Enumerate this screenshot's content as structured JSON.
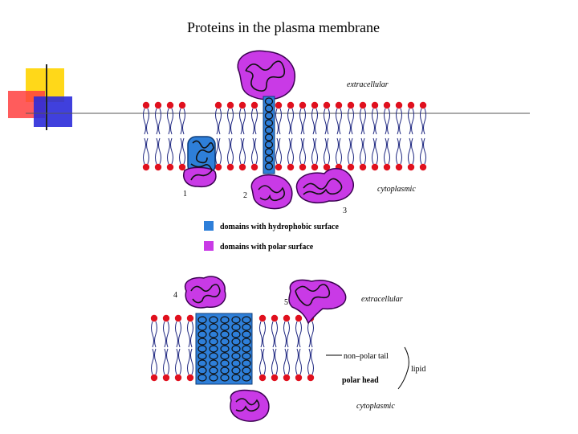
{
  "title": "Proteins in the plasma membrane",
  "labels": {
    "extracellular": "extracellular",
    "cytoplasmic": "cytoplasmic",
    "n1": "1",
    "n2": "2",
    "n3": "3",
    "n4": "4",
    "n5": "5",
    "nonpolar_tail": "non–polar tail",
    "polar_head": "polar head",
    "lipid": "lipid"
  },
  "legend": [
    {
      "label": "domains with hydrophobic surface",
      "color": "#2e7fd9"
    },
    {
      "label": "domains with polar surface",
      "color": "#c93ae6"
    }
  ],
  "colors": {
    "lipid_head": "#e0101e",
    "lipid_tail": "#1a237e",
    "hydrophobic": "#2e7fd9",
    "polar": "#c93ae6",
    "deco_yellow": "#ffd400",
    "deco_red": "#ff2a2a",
    "deco_blue": "#2b2bd9"
  }
}
